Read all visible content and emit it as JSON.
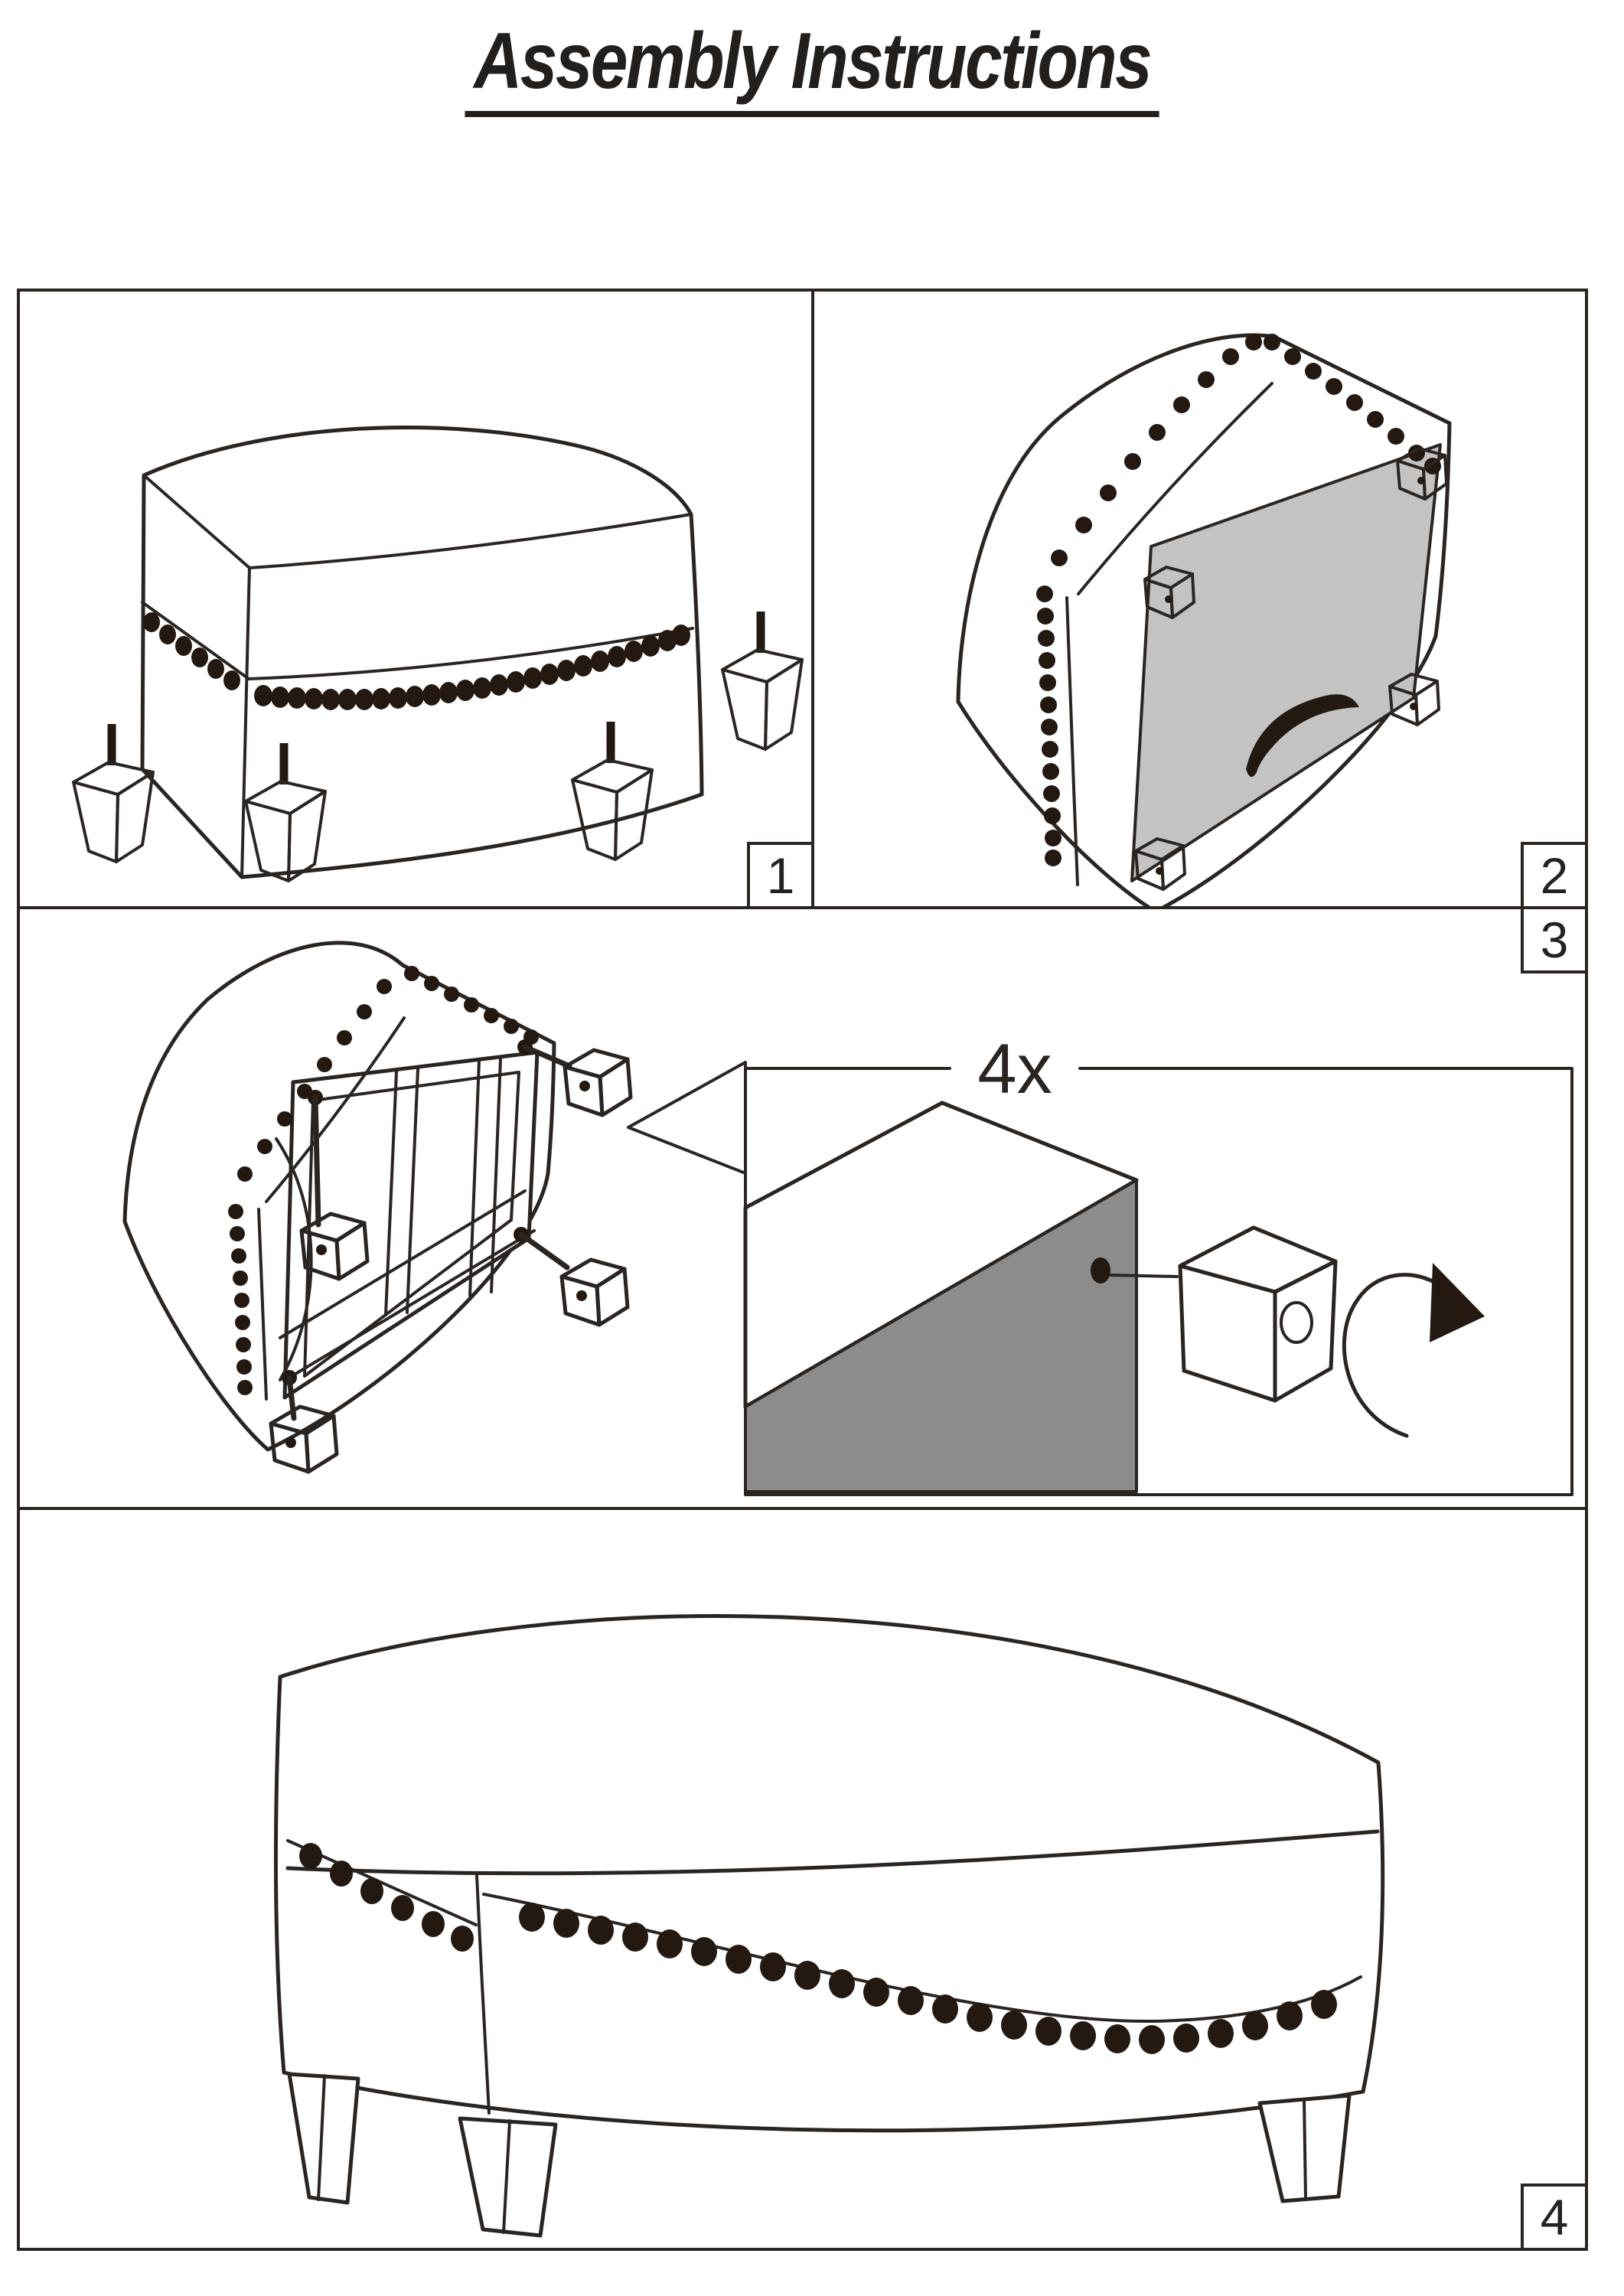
{
  "title": "Assembly Instructions",
  "panels": [
    {
      "number": "1"
    },
    {
      "number": "2"
    },
    {
      "number": "3"
    },
    {
      "number": "4"
    }
  ],
  "detail": {
    "quantity_label": "4x"
  },
  "parts": {
    "leg_count": 4,
    "leg_icon": "tapered-furniture-leg-with-screw",
    "block_icon": "corner-mounting-block",
    "arrow_icon": "clockwise-rotation-arrow"
  },
  "colors": {
    "line": "#2b2522",
    "nailhead": "#231911",
    "bottom_gray": "#c4c3c1",
    "detail_gray": "#8d8c8a",
    "background": "#ffffff"
  }
}
